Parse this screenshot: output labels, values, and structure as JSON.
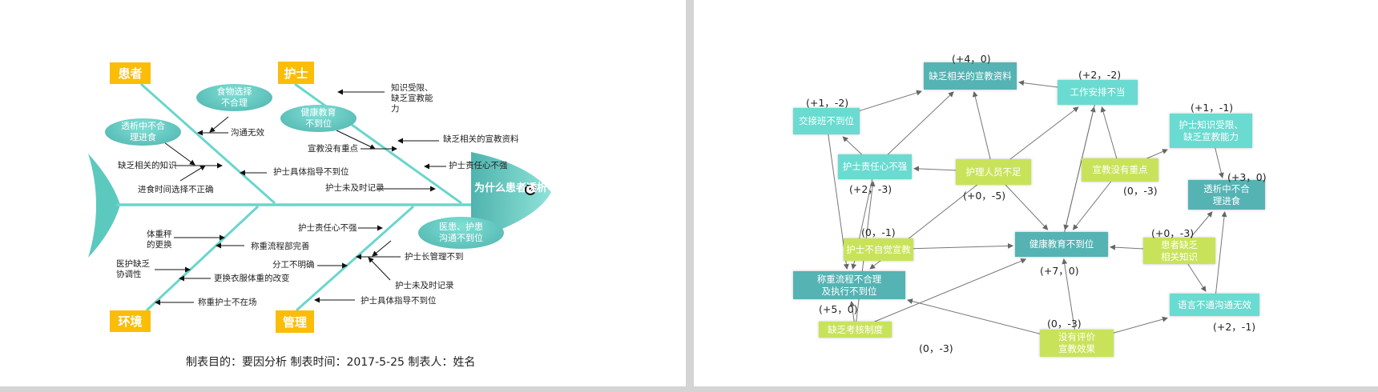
{
  "fishbone": {
    "head": "为什么患者透析中进食",
    "categories": {
      "patient": "患者",
      "nurse": "护士",
      "environment": "环境",
      "management": "管理"
    },
    "ellipses": {
      "food": "食物选择不合理",
      "dialysis": "透析中不合理进食",
      "health_edu": "健康教育不到位",
      "communication": "医患、护患沟通不到位"
    },
    "labels": {
      "comm_invalid": "沟通无效",
      "lack_knowledge": "缺乏相关的知识",
      "meal_time": "进食时间选择不正确",
      "guide1": "护士具体指导不到位",
      "knowledge_limit": "知识受限、缺乏宣教能力",
      "lack_material": "缺乏相关的宣教资料",
      "no_focus": "宣教没有重点",
      "responsibility1": "护士责任心不强",
      "record1": "护士未及时记录",
      "scale": "体重秤的更换",
      "weigh_process": "称重流程部完善",
      "coordination": "医护缺乏协调性",
      "clothes": "更换衣服体重的改变",
      "nurse_absent": "称重护士不在场",
      "responsibility2": "护士责任心不强",
      "division": "分工不明确",
      "head_nurse": "护士长管理不到",
      "record2": "护士未及时记录",
      "guide2": "护士具体指导不到位"
    },
    "footer": "制表目的：要因分析   制表时间：2017-5-25   制表人：姓名"
  },
  "relation_graph": {
    "colors": {
      "core": "#55b3b3",
      "cause": "#6adbd1",
      "root": "#c8e35a"
    },
    "nodes": {
      "material": {
        "label": "缺乏相关的宣教资料",
        "score": "(+4，0)"
      },
      "handover": {
        "label": "交接班不到位",
        "score": "(+1，-2)"
      },
      "workplan": {
        "label": "工作安排不当",
        "score": "(+2，-2)"
      },
      "knowledge": {
        "label": "护士知识受限、缺乏宣教能力",
        "score": "(+1，-1)"
      },
      "dialysis": {
        "label": "透析中不合理进食",
        "score": "(+3，0)"
      },
      "responsibility": {
        "label": "护士责任心不强",
        "score": "(+2，-3)"
      },
      "staff": {
        "label": "护理人员不足",
        "score": "(+0，-5)"
      },
      "nofocus": {
        "label": "宣教没有重点",
        "score": "(0，-3)"
      },
      "healthedu": {
        "label": "健康教育不到位",
        "score": "(+7，0)"
      },
      "selfedu": {
        "label": "护士不自觉宣教",
        "score": "(0，-1)"
      },
      "patientknow": {
        "label": "患者缺乏相关知识",
        "score": "(+0，-3)"
      },
      "weighing": {
        "label": "称重流程不合理及执行不到位",
        "score": "(+5，0)"
      },
      "language": {
        "label": "语言不通沟通无效",
        "score": "(+2，-1)"
      },
      "assessment": {
        "label": "缺乏考核制度",
        "score": "(0，-3)"
      },
      "evaluation": {
        "label": "没有评价宣教效果",
        "score": "(0，-3)"
      }
    },
    "edges": [
      [
        "handover",
        "material"
      ],
      [
        "responsibility",
        "material"
      ],
      [
        "staff",
        "material"
      ],
      [
        "workplan",
        "material"
      ],
      [
        "staff",
        "workplan"
      ],
      [
        "healthedu",
        "workplan"
      ],
      [
        "workplan",
        "healthedu"
      ],
      [
        "nofocus",
        "workplan"
      ],
      [
        "nofocus",
        "knowledge"
      ],
      [
        "nofocus",
        "healthedu"
      ],
      [
        "staff",
        "healthedu"
      ],
      [
        "staff",
        "responsibility"
      ],
      [
        "staff",
        "weighing"
      ],
      [
        "responsibility",
        "handover"
      ],
      [
        "handover",
        "weighing"
      ],
      [
        "responsibility",
        "weighing"
      ],
      [
        "assessment",
        "responsibility"
      ],
      [
        "assessment",
        "weighing"
      ],
      [
        "assessment",
        "healthedu"
      ],
      [
        "evaluation",
        "weighing"
      ],
      [
        "evaluation",
        "healthedu"
      ],
      [
        "evaluation",
        "language"
      ],
      [
        "selfedu",
        "healthedu"
      ],
      [
        "patientknow",
        "healthedu"
      ],
      [
        "patientknow",
        "dialysis"
      ],
      [
        "patientknow",
        "language"
      ],
      [
        "language",
        "dialysis"
      ],
      [
        "knowledge",
        "dialysis"
      ]
    ]
  }
}
